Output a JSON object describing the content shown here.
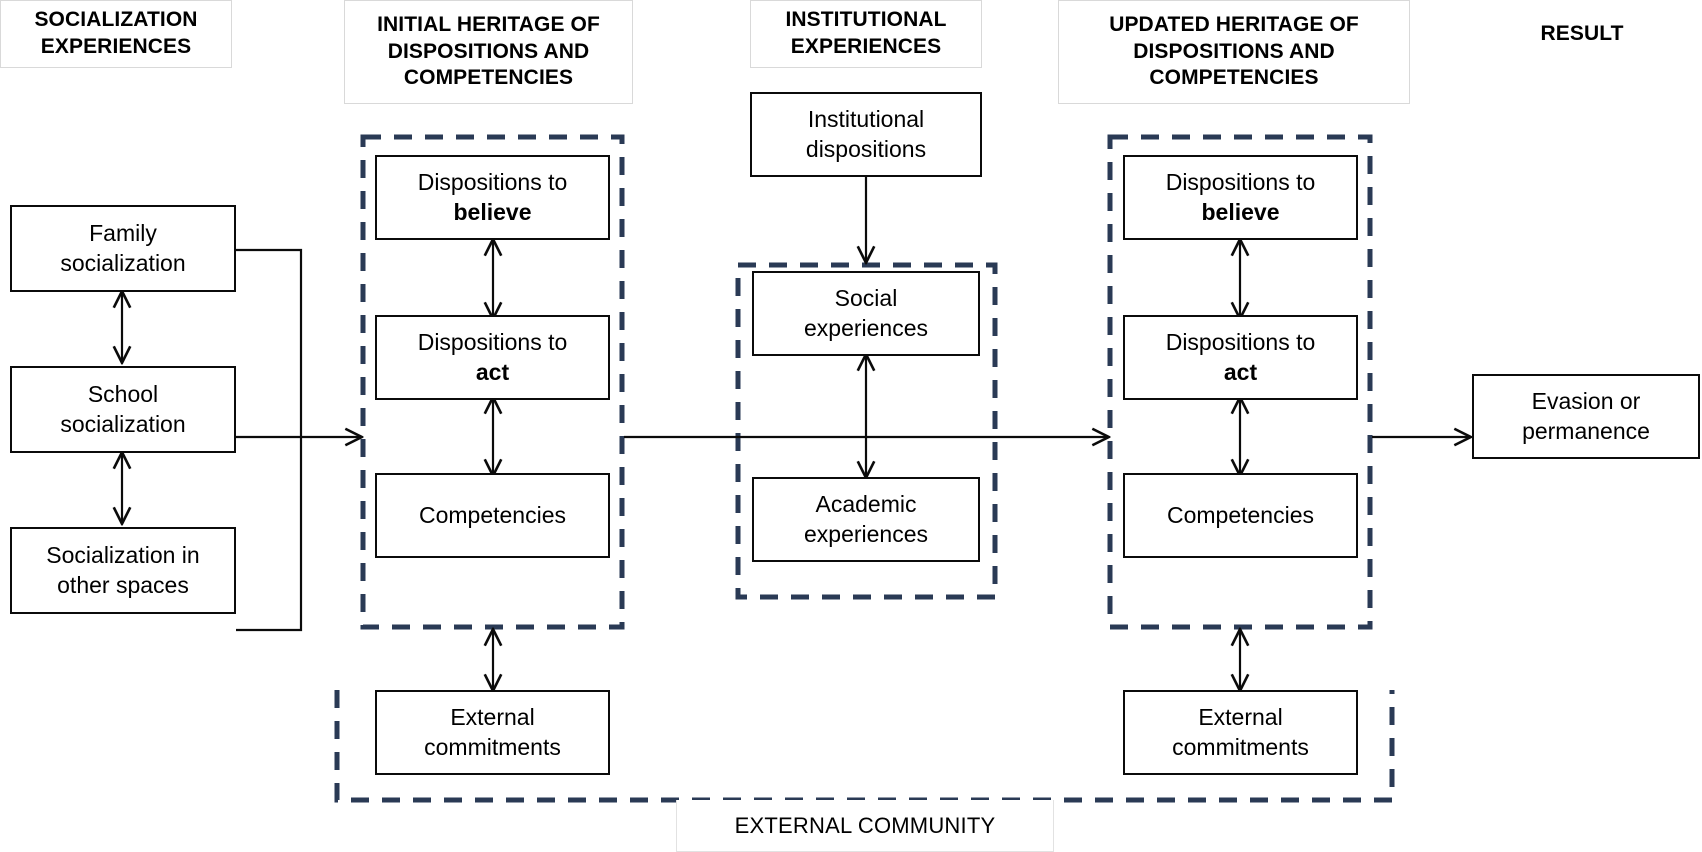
{
  "figure": {
    "title": "Socialization, heritage of dispositions and institutional experiences model",
    "dashed_color": "#2a3a55",
    "line_color": "#0b0b0b"
  },
  "headers": [
    {
      "id": "socialization-experiences",
      "lines": [
        "SOCIALIZATION",
        "EXPERIENCES"
      ]
    },
    {
      "id": "initial-heritage",
      "lines": [
        "INITIAL HERITAGE OF",
        "DISPOSITIONS AND",
        "COMPETENCIES"
      ]
    },
    {
      "id": "institutional-experiences",
      "lines": [
        "INSTITUTIONAL",
        "EXPERIENCES"
      ]
    },
    {
      "id": "updated-heritage",
      "lines": [
        "UPDATED HERITAGE OF",
        "DISPOSITIONS AND",
        "COMPETENCIES"
      ]
    },
    {
      "id": "result",
      "lines": [
        "RESULT"
      ]
    }
  ],
  "nodes": {
    "family_socialization": {
      "lines": [
        "Family",
        "socialization"
      ],
      "bold": []
    },
    "school_socialization": {
      "lines": [
        "School",
        "socialization"
      ],
      "bold": []
    },
    "socialization_other_spaces": {
      "lines": [
        "Socialization in",
        "other spaces"
      ],
      "bold": []
    },
    "initial_believe": {
      "lines": [
        "Dispositions to",
        "believe"
      ],
      "bold": [
        "believe"
      ]
    },
    "initial_act": {
      "lines": [
        "Dispositions to",
        "act"
      ],
      "bold": [
        "act"
      ]
    },
    "initial_competencies": {
      "lines": [
        "Competencies"
      ],
      "bold": []
    },
    "initial_external_commitments": {
      "lines": [
        "External",
        "commitments"
      ],
      "bold": []
    },
    "institutional_dispositions": {
      "lines": [
        "Institutional",
        "dispositions"
      ],
      "bold": []
    },
    "social_experiences": {
      "lines": [
        "Social",
        "experiences"
      ],
      "bold": []
    },
    "academic_experiences": {
      "lines": [
        "Academic",
        "experiences"
      ],
      "bold": []
    },
    "updated_believe": {
      "lines": [
        "Dispositions to",
        "believe"
      ],
      "bold": [
        "believe"
      ]
    },
    "updated_act": {
      "lines": [
        "Dispositions to",
        "act"
      ],
      "bold": [
        "act"
      ]
    },
    "updated_competencies": {
      "lines": [
        "Competencies"
      ],
      "bold": []
    },
    "updated_external_commitments": {
      "lines": [
        "External",
        "commitments"
      ],
      "bold": []
    },
    "result_outcome": {
      "lines": [
        "Evasion or",
        "permanence"
      ],
      "bold": []
    }
  },
  "caption": {
    "label": "EXTERNAL COMMUNITY"
  },
  "groups": {
    "initial_heritage_group": "dashed-group-initial",
    "institutional_group": "dashed-group-institutional",
    "updated_heritage_group": "dashed-group-updated",
    "external_community_group": "dashed-group-external-community"
  }
}
